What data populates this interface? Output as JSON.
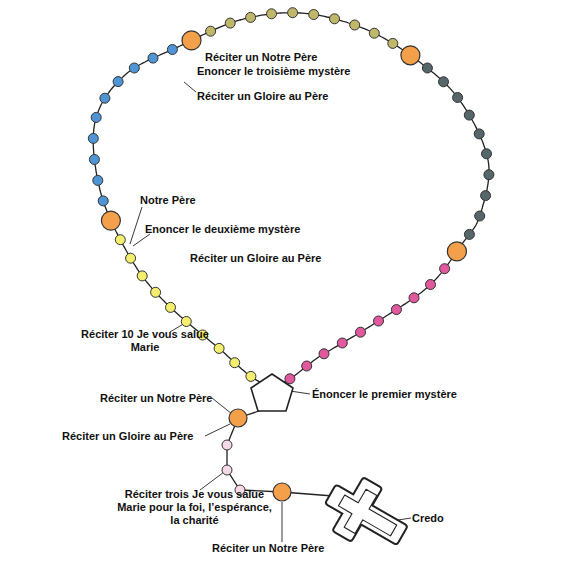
{
  "diagram": {
    "labels": [
      "Réciter un Notre Père",
      "Enoncer le troisième mystère",
      "Réciter un Gloire au Père",
      "Notre Père",
      "Enoncer le deuxième mystère",
      "Réciter un Gloire au Père",
      "Réciter 10 Je vous salue Marie",
      "Réciter un Notre Père",
      "Énoncer le premier mystère",
      "Réciter un Gloire au Père",
      "Réciter trois Je vous salue Marie pour la foi, l’espérance, la charité",
      "Credo",
      "Réciter un Notre Père"
    ]
  }
}
